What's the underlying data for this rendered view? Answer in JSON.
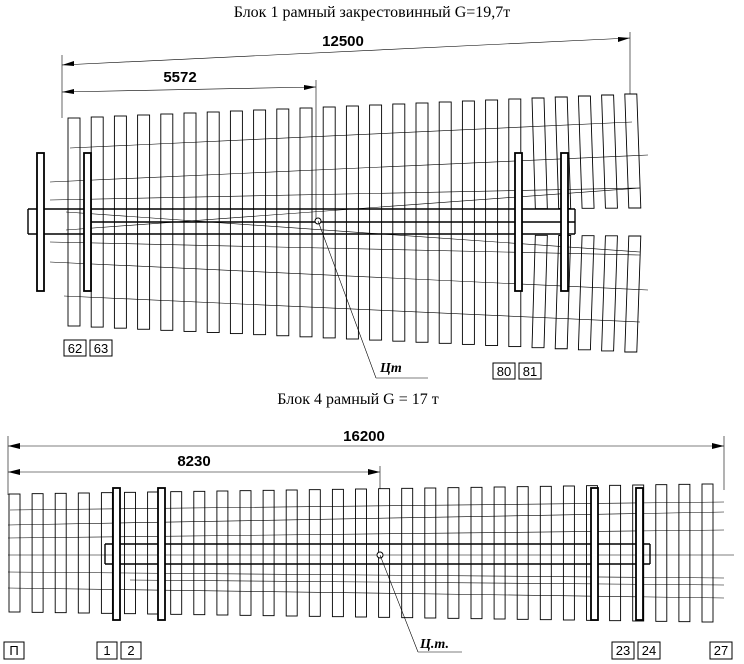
{
  "block1": {
    "title": "Блок 1 рамный  закрестовинный   G=19,7т",
    "dim_total": "12500",
    "dim_cg": "5572",
    "cg_label": "Цт",
    "tags_left": [
      "62",
      "63"
    ],
    "tags_right": [
      "80",
      "81"
    ]
  },
  "block4": {
    "title": "Блок 4  рамный  G = 17 т",
    "dim_total": "16200",
    "dim_cg": "8230",
    "cg_label": "Ц.т.",
    "tags_left": [
      "П",
      "1",
      "2"
    ],
    "tags_right": [
      "23",
      "24",
      "27"
    ]
  }
}
